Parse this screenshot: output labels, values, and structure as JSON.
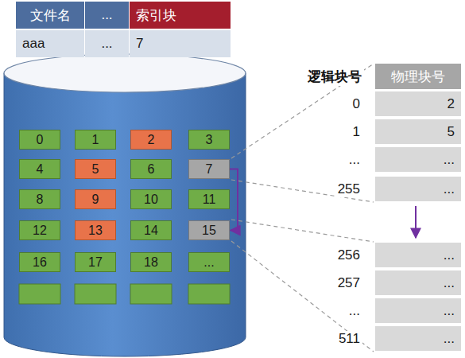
{
  "diagram": {
    "nodes": [
      {
        "text": [
          "0"
        ]
      },
      {
        "text": [
          "1"
        ]
      },
      {
        "text": [
          "2"
        ]
      },
      {
        "text": [
          "3"
        ]
      },
      {
        "text": [
          "4"
        ]
      },
      {
        "text": [
          "5"
        ]
      },
      {
        "text": [
          "6"
        ]
      },
      {
        "text": [
          "7"
        ]
      },
      {
        "text": [
          "8"
        ]
      },
      {
        "text": [
          "9"
        ]
      },
      {
        "text": [
          "10"
        ]
      },
      {
        "text": [
          "11"
        ]
      },
      {
        "text": [
          "12"
        ]
      },
      {
        "text": [
          "13"
        ]
      },
      {
        "text": [
          "14"
        ]
      },
      {
        "text": [
          "15"
        ]
      },
      {
        "text": [
          "16"
        ]
      },
      {
        "text": [
          "17"
        ]
      },
      {
        "text": [
          "18"
        ]
      },
      {
        "text": [
          "..."
        ]
      }
    ],
    "edges": [
      {
        "from": 7,
        "to": 15,
        "arrow": "to"
      }
    ],
    "labels": [
      "文件名",
      "...",
      "索引块",
      "aaa",
      "...",
      "7",
      "逻辑块号",
      "物理块号",
      "0",
      "2",
      "1",
      "5",
      "...",
      "...",
      "255",
      "...",
      "256",
      "...",
      "257",
      "...",
      "...",
      "...",
      "511",
      "..."
    ]
  }
}
